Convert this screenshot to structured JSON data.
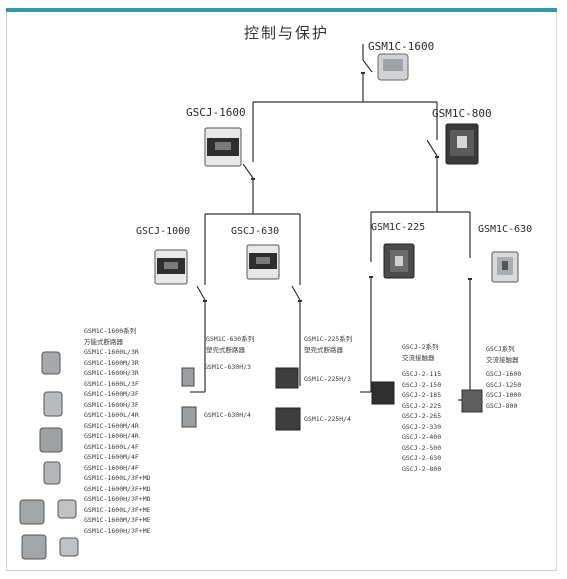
{
  "title": "控制与保护",
  "main_breaker": "GSM1C-1600",
  "branch_left": "GSCJ-1600",
  "branch_right": "GSM1C-800",
  "sub_1": "GSCJ-1000",
  "sub_2": "GSCJ-630",
  "sub_3": "GSM1C-225",
  "sub_4": "GSM1C-630",
  "group_acb": {
    "heading": [
      "GSM1C-1600系列",
      "万能式断路器"
    ],
    "items": [
      "GSM1C-1600L/3R",
      "GSM1C-1600M/3R",
      "GSM1C-1600H/3R",
      "GSM1C-1600L/3F",
      "GSM1C-1600M/3F",
      "GSM1C-1600H/3F",
      "GSM1C-1600L/4R",
      "GSM1C-1600M/4R",
      "GSM1C-1600H/4R",
      "GSM1C-1600L/4F",
      "GSM1C-1600M/4F",
      "GSM1C-1600H/4F",
      "GSM1C-1600L/3F+MD",
      "GSM1C-1600M/3F+MD",
      "GSM1C-1600H/3F+MD",
      "GSM1C-1600L/3F+ME",
      "GSM1C-1600M/3F+ME",
      "GSM1C-1600H/3F+ME"
    ]
  },
  "group_630": {
    "heading": [
      "GSM1C-630系列",
      "塑壳式断路器"
    ],
    "items": [
      "GSM1C-630H/3",
      "GSM1C-630H/4"
    ]
  },
  "group_225": {
    "heading": [
      "GSM1C-225系列",
      "塑壳式断路器"
    ],
    "items": [
      "GSM1C-225H/3",
      "GSM1C-225H/4"
    ]
  },
  "group_cj": {
    "heading": [
      "GSCJ-2系列",
      "交流接触器"
    ],
    "items": [
      "GSCJ-2-115",
      "GSCJ-2-150",
      "GSCJ-2-185",
      "GSCJ-2-225",
      "GSCJ-2-265",
      "GSCJ-2-330",
      "GSCJ-2-400",
      "GSCJ-2-500",
      "GSCJ-2-630",
      "GSCJ-2-800"
    ]
  },
  "group_gscj": {
    "heading": [
      "GSCJ系列",
      "交流接触器"
    ],
    "items": [
      "GSCJ-1600",
      "GSCJ-1250",
      "GSCJ-1000",
      "GSCJ-800"
    ]
  },
  "colors": {
    "wire": "#333333",
    "device_dark": "#2e2e2e",
    "device_light": "#c9c9c9",
    "frame_accent": "#2f9aa6"
  }
}
